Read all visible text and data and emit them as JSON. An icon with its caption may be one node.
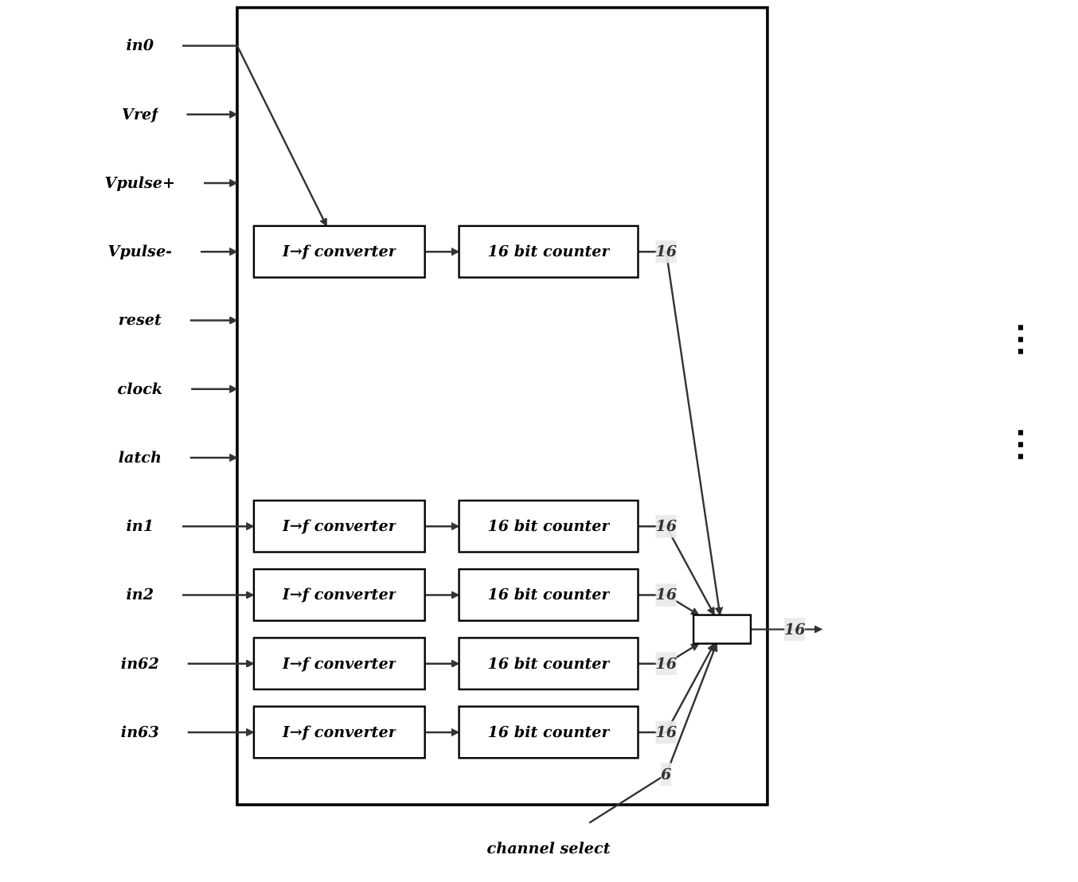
{
  "diagram": {
    "nodes": [
      {
        "text": [],
        "shape": "box"
      },
      {
        "text": [
          "I→f converter"
        ],
        "in": 0
      },
      {
        "text": [
          "I→f converter"
        ],
        "in": 0
      },
      {
        "text": [
          "I→f converter"
        ],
        "in": 0
      },
      {
        "text": [
          "I→f converter"
        ],
        "in": 0
      },
      {
        "text": [
          "I→f converter"
        ],
        "in": 0
      },
      {
        "text": [
          "16 bit counter"
        ],
        "in": 0
      },
      {
        "text": [
          "16 bit counter"
        ],
        "in": 0
      },
      {
        "text": [
          "16 bit counter"
        ],
        "in": 0
      },
      {
        "text": [
          "16 bit counter"
        ],
        "in": 0
      },
      {
        "text": [
          "16 bit counter"
        ],
        "in": 0
      },
      {
        "text": [],
        "shape": "box",
        "in": 0
      },
      {
        "text": [
          "in0"
        ]
      },
      {
        "text": [
          "in1"
        ]
      },
      {
        "text": [
          "in2"
        ]
      },
      {
        "text": [
          "in62"
        ]
      },
      {
        "text": [
          "in63"
        ]
      },
      {
        "text": [
          "Vref"
        ]
      },
      {
        "text": [
          "Vpulse+"
        ]
      },
      {
        "text": [
          "Vpulse-"
        ]
      },
      {
        "text": [
          "reset"
        ]
      },
      {
        "text": [
          "clock"
        ]
      },
      {
        "text": [
          "latch"
        ]
      },
      {
        "text": [
          "channel select"
        ]
      }
    ],
    "edges": [
      {
        "from": 12,
        "to": 1,
        "arrow": "to"
      },
      {
        "from": 13,
        "to": 2,
        "arrow": "to"
      },
      {
        "from": 14,
        "to": 3,
        "arrow": "to"
      },
      {
        "from": 15,
        "to": 4,
        "arrow": "to"
      },
      {
        "from": 16,
        "to": 5,
        "arrow": "to"
      },
      {
        "from": 1,
        "to": 6,
        "arrow": "to"
      },
      {
        "from": 2,
        "to": 7,
        "arrow": "to"
      },
      {
        "from": 3,
        "to": 8,
        "arrow": "to"
      },
      {
        "from": 4,
        "to": 9,
        "arrow": "to"
      },
      {
        "from": 5,
        "to": 10,
        "arrow": "to"
      },
      {
        "from": 6,
        "to": 11,
        "arrow": "to",
        "label": "16"
      },
      {
        "from": 7,
        "to": 11,
        "arrow": "to",
        "label": "16"
      },
      {
        "from": 8,
        "to": 11,
        "arrow": "to",
        "label": "16"
      },
      {
        "from": 9,
        "to": 11,
        "arrow": "to",
        "label": "16"
      },
      {
        "from": 10,
        "to": 11,
        "arrow": "to",
        "label": "16"
      },
      {
        "from": 11,
        "to": null,
        "arrow": "to",
        "label": "16"
      },
      {
        "from": 17,
        "to": 0,
        "arrow": "to"
      },
      {
        "from": 18,
        "to": 0,
        "arrow": "to"
      },
      {
        "from": 19,
        "to": 0,
        "arrow": "to"
      },
      {
        "from": 20,
        "to": 0,
        "arrow": "to"
      },
      {
        "from": 21,
        "to": 0,
        "arrow": "to"
      },
      {
        "from": 22,
        "to": 0,
        "arrow": "to"
      },
      {
        "from": 23,
        "to": 11,
        "arrow": "to",
        "label": "6"
      }
    ],
    "labels": [
      "⋮",
      "⋮"
    ]
  }
}
